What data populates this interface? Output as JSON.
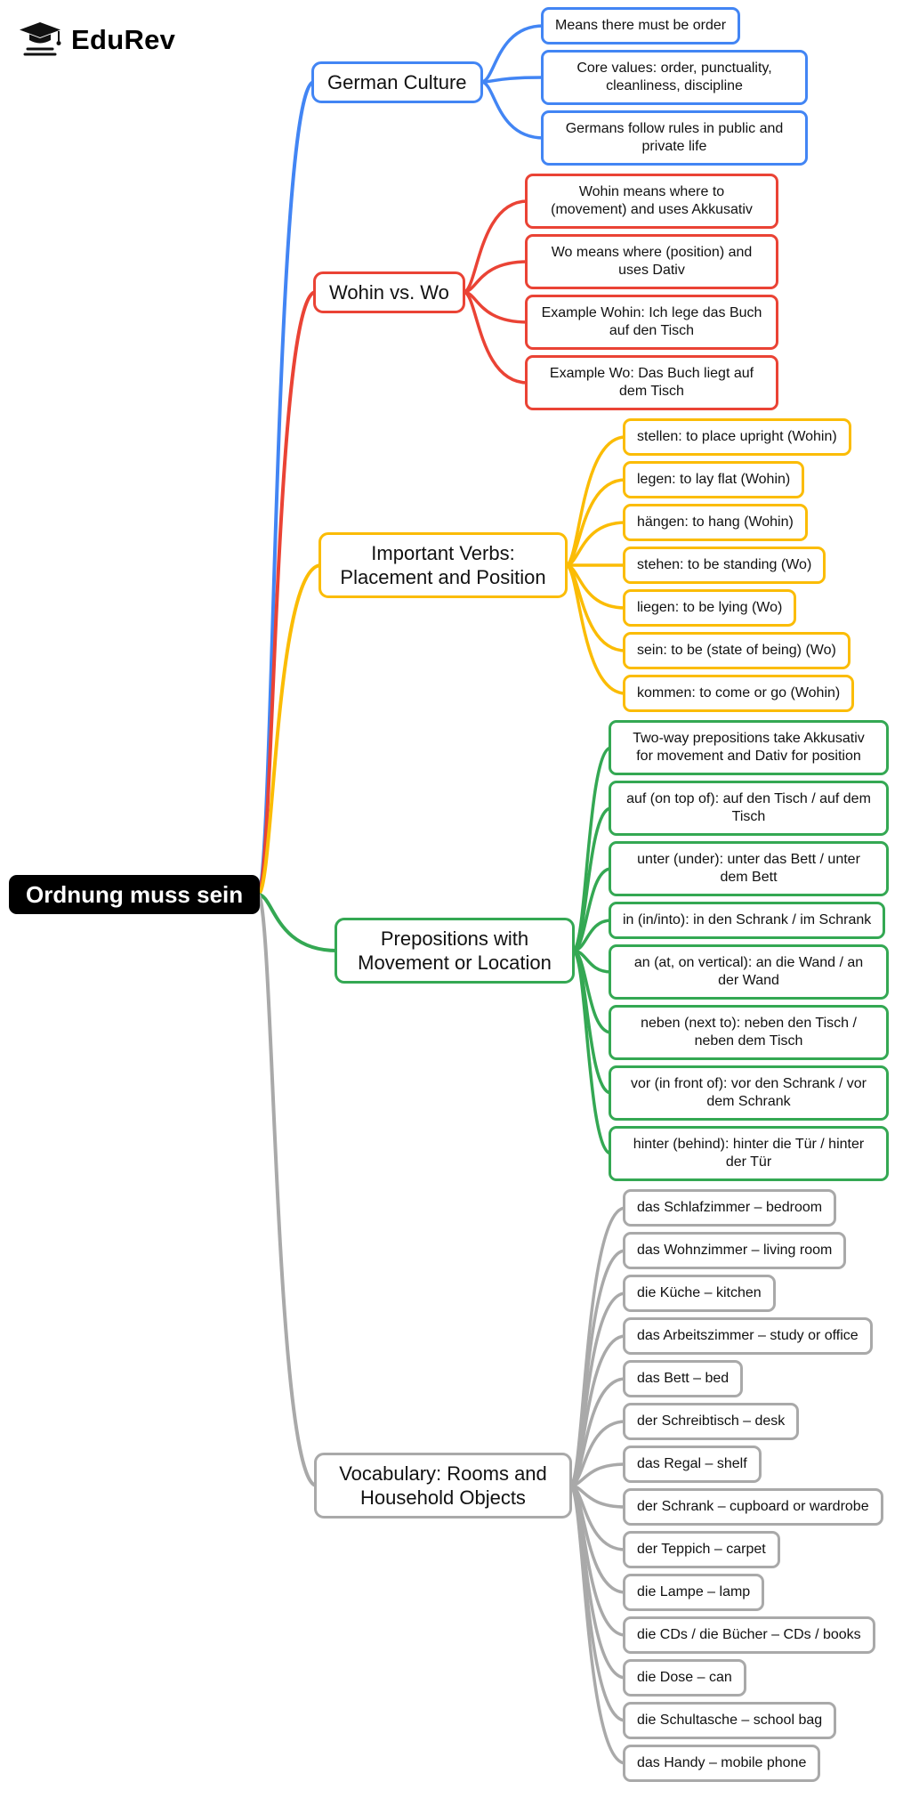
{
  "logo": {
    "text": "EduRev",
    "icon": "graduation-cap-icon"
  },
  "root": {
    "label": "Ordnung muss sein",
    "bg": "#000000",
    "text_color": "#FFFFFF"
  },
  "branches": [
    {
      "label": "German Culture",
      "color": "#4285F4",
      "children": [
        "Means there must be order",
        "Core values: order, punctuality, cleanliness, discipline",
        "Germans follow rules in public and private life"
      ]
    },
    {
      "label": "Wohin vs. Wo",
      "color": "#EA4335",
      "children": [
        "Wohin means where to (movement) and uses Akkusativ",
        "Wo means where (position) and uses Dativ",
        "Example Wohin: Ich lege das Buch auf den Tisch",
        "Example Wo: Das Buch liegt auf dem Tisch"
      ]
    },
    {
      "label": "Important Verbs: Placement and Position",
      "color": "#FBBC05",
      "children": [
        "stellen: to place upright (Wohin)",
        "legen: to lay flat (Wohin)",
        "hängen: to hang (Wohin)",
        "stehen: to be standing (Wo)",
        "liegen: to be lying (Wo)",
        "sein: to be (state of being) (Wo)",
        "kommen: to come or go (Wohin)"
      ]
    },
    {
      "label": "Prepositions with Movement or Location",
      "color": "#34A853",
      "children": [
        "Two-way prepositions take Akkusativ for movement and Dativ for position",
        "auf (on top of): auf den Tisch / auf dem Tisch",
        "unter (under): unter das Bett / unter dem Bett",
        "in (in/into): in den Schrank / im Schrank",
        "an (at, on vertical): an die Wand / an der Wand",
        "neben (next to): neben den Tisch / neben dem Tisch",
        "vor (in front of): vor den Schrank / vor dem Schrank",
        "hinter (behind): hinter die Tür / hinter der Tür"
      ]
    },
    {
      "label": "Vocabulary: Rooms and Household Objects",
      "color": "#A9A9A9",
      "children": [
        "das Schlafzimmer – bedroom",
        "das Wohnzimmer – living room",
        "die Küche – kitchen",
        "das Arbeitszimmer – study or office",
        "das Bett – bed",
        "der Schreibtisch – desk",
        "das Regal – shelf",
        "der Schrank – cupboard or wardrobe",
        "der Teppich – carpet",
        "die Lampe – lamp",
        "die CDs / die Bücher – CDs / books",
        "die Dose – can",
        "die Schultasche – school bag",
        "das Handy – mobile phone"
      ]
    }
  ]
}
